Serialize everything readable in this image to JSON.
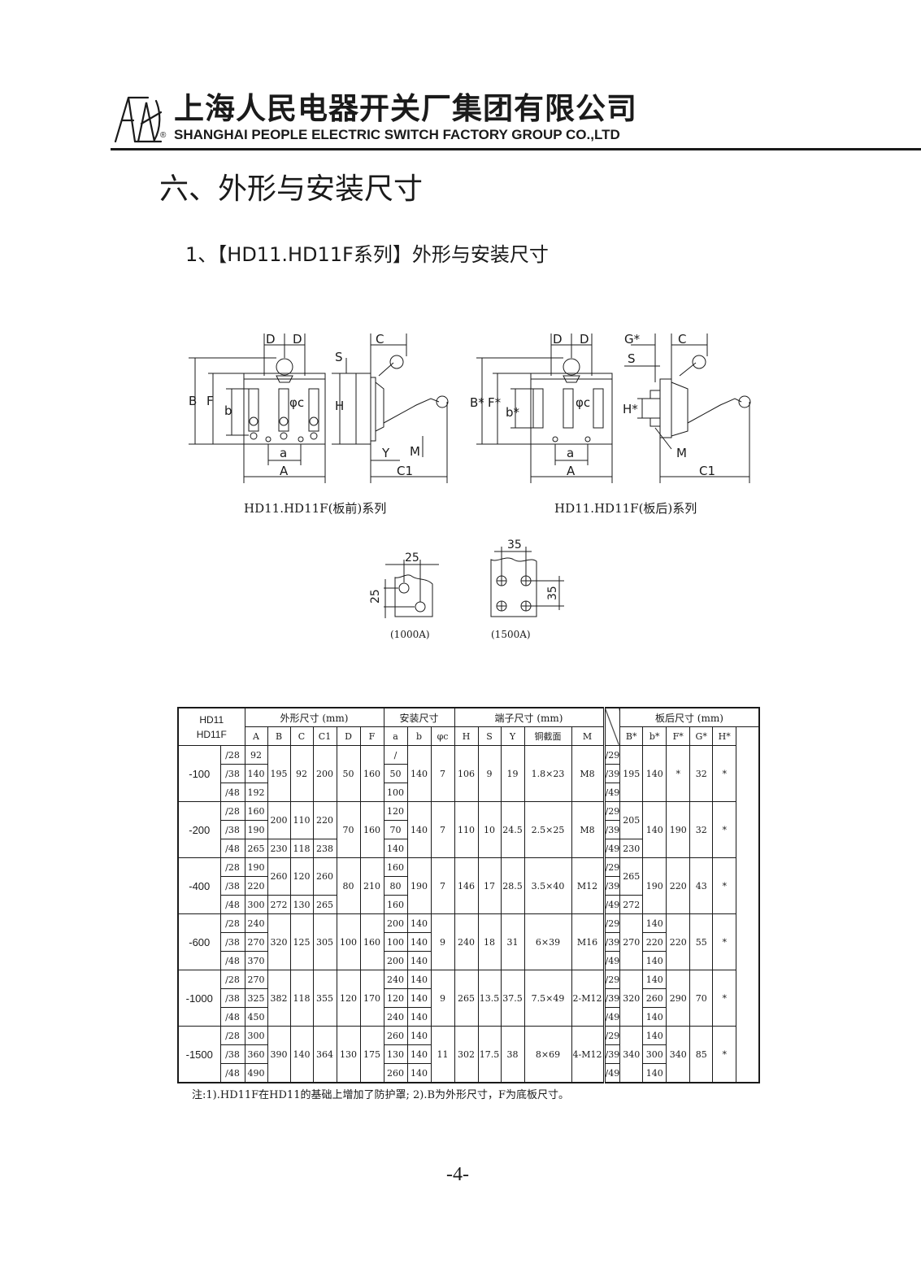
{
  "header": {
    "company_cn": "上海人民电器开关厂集团有限公司",
    "registered_mark": "®",
    "company_en": "SHANGHAI PEOPLE ELECTRIC SWITCH FACTORY GROUP CO.,LTD"
  },
  "section_title": "六、外形与安装尺寸",
  "subsection_title": "1、【HD11.HD11F系列】外形与安装尺寸",
  "diagrams": {
    "front_caption": "HD11.HD11F(板前)系列",
    "back_caption": "HD11.HD11F(板后)系列",
    "terminal_1000_caption": "(1000A)",
    "terminal_1500_caption": "(1500A)",
    "terminal_1000_dim_h": "25",
    "terminal_1000_dim_v": "25",
    "terminal_1500_dim_h": "35",
    "terminal_1500_dim_v": "35",
    "labels": {
      "D": "D",
      "C": "C",
      "S": "S",
      "B": "B",
      "F": "F",
      "b": "b",
      "H": "H",
      "phi_c": "φc",
      "a": "a",
      "A": "A",
      "Y": "Y",
      "M": "M",
      "C1": "C1",
      "G_star": "G*",
      "B_star": "B*",
      "F_star": "F*",
      "b_star": "b*",
      "H_star": "H*"
    }
  },
  "table": {
    "header": {
      "model_line1": "HD11",
      "model_line2": "HD11F",
      "group_outline": "外形尺寸 (mm)",
      "group_install": "安装尺寸",
      "group_terminal": "端子尺寸 (mm)",
      "group_back": "板后尺寸 (mm)",
      "col_A": "A",
      "col_B": "B",
      "col_C": "C",
      "col_C1": "C1",
      "col_D": "D",
      "col_F": "F",
      "col_a": "a",
      "col_b": "b",
      "col_phic": "φc",
      "col_H": "H",
      "col_S": "S",
      "col_Y": "Y",
      "col_section": "铜截面",
      "col_M": "M",
      "col_Bs": "B*",
      "col_bs": "b*",
      "col_Fs": "F*",
      "col_Gs": "G*",
      "col_Hs": "H*"
    },
    "groups": [
      {
        "model": "-100",
        "sub": [
          "/28",
          "/38",
          "/48"
        ],
        "A": [
          "92",
          "140",
          "192"
        ],
        "B": "195",
        "C": "92",
        "C1": "200",
        "D": "50",
        "F": "160",
        "a": [
          "/",
          "50",
          "100"
        ],
        "b": "140",
        "phic": "7",
        "H": "106",
        "S": "9",
        "Y": "19",
        "section": "1.8×23",
        "M": "M8",
        "sub2": [
          "/29",
          "/39",
          "/49"
        ],
        "Bs": "195",
        "bs": "140",
        "Fs": "*",
        "Gs": "32",
        "Hs": "*"
      },
      {
        "model": "-200",
        "sub": [
          "/28",
          "/38",
          "/48"
        ],
        "A": [
          "160",
          "190",
          "265"
        ],
        "B": [
          "200",
          "230"
        ],
        "C": [
          "110",
          "118"
        ],
        "C1": [
          "220",
          "238"
        ],
        "D": "70",
        "F": "160",
        "a": [
          "120",
          "70",
          "140"
        ],
        "b": "140",
        "phic": "7",
        "H": "110",
        "S": "10",
        "Y": "24.5",
        "section": "2.5×25",
        "M": "M8",
        "sub2": [
          "/29",
          "/39",
          "/49"
        ],
        "Bs": [
          "205",
          "230"
        ],
        "bs": "140",
        "Fs": "190",
        "Gs": "32",
        "Hs": "*"
      },
      {
        "model": "-400",
        "sub": [
          "/28",
          "/38",
          "/48"
        ],
        "A": [
          "190",
          "220",
          "300"
        ],
        "B": [
          "260",
          "272"
        ],
        "C": [
          "120",
          "130"
        ],
        "C1": [
          "260",
          "265"
        ],
        "D": "80",
        "F": "210",
        "a": [
          "160",
          "80",
          "160"
        ],
        "b": "190",
        "phic": "7",
        "H": "146",
        "S": "17",
        "Y": "28.5",
        "section": "3.5×40",
        "M": "M12",
        "sub2": [
          "/29",
          "/39",
          "/49"
        ],
        "Bs": [
          "265",
          "272"
        ],
        "bs": "190",
        "Fs": "220",
        "Gs": "43",
        "Hs": "*"
      },
      {
        "model": "-600",
        "sub": [
          "/28",
          "/38",
          "/48"
        ],
        "A": [
          "240",
          "270",
          "370"
        ],
        "B": "320",
        "C": "125",
        "C1": "305",
        "D": "100",
        "F": "160",
        "a": [
          "200",
          "100",
          "200"
        ],
        "b": [
          "140",
          "140",
          "140"
        ],
        "phic": "9",
        "H": "240",
        "S": "18",
        "Y": "31",
        "section": "6×39",
        "M": "M16",
        "sub2": [
          "/29",
          "/39",
          "/49"
        ],
        "Bs": "270",
        "bs": [
          "140",
          "220",
          "140"
        ],
        "Fs": "220",
        "Gs": "55",
        "Hs": "*"
      },
      {
        "model": "-1000",
        "sub": [
          "/28",
          "/38",
          "/48"
        ],
        "A": [
          "270",
          "325",
          "450"
        ],
        "B": "382",
        "C": "118",
        "C1": "355",
        "D": "120",
        "F": "170",
        "a": [
          "240",
          "120",
          "240"
        ],
        "b": [
          "140",
          "140",
          "140"
        ],
        "phic": "9",
        "H": "265",
        "S": "13.5",
        "Y": "37.5",
        "section": "7.5×49",
        "M": "2-M12",
        "sub2": [
          "/29",
          "/39",
          "/49"
        ],
        "Bs": "320",
        "bs": [
          "140",
          "260",
          "140"
        ],
        "Fs": "290",
        "Gs": "70",
        "Hs": "*"
      },
      {
        "model": "-1500",
        "sub": [
          "/28",
          "/38",
          "/48"
        ],
        "A": [
          "300",
          "360",
          "490"
        ],
        "B": "390",
        "C": "140",
        "C1": "364",
        "D": "130",
        "F": "175",
        "a": [
          "260",
          "130",
          "260"
        ],
        "b": [
          "140",
          "140",
          "140"
        ],
        "phic": "11",
        "H": "302",
        "S": "17.5",
        "Y": "38",
        "section": "8×69",
        "M": "4-M12",
        "sub2": [
          "/29",
          "/39",
          "/49"
        ],
        "Bs": "340",
        "bs": [
          "140",
          "300",
          "140"
        ],
        "Fs": "340",
        "Gs": "85",
        "Hs": "*"
      }
    ]
  },
  "note": "注:1).HD11F在HD11的基础上增加了防护罩; 2).B为外形尺寸，F为底板尺寸。",
  "page_number": "-4-"
}
